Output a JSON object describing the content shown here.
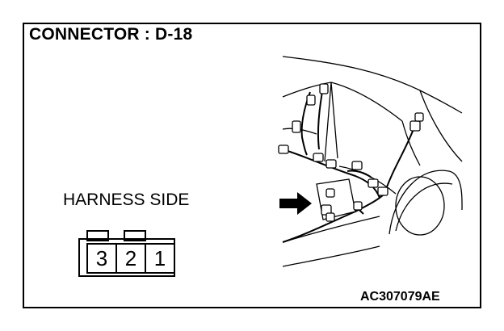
{
  "title": "CONNECTOR : D-18",
  "harness_label": "HARNESS SIDE",
  "connector_pins": [
    "3",
    "2",
    "1"
  ],
  "figure_code": "AC307079AE"
}
